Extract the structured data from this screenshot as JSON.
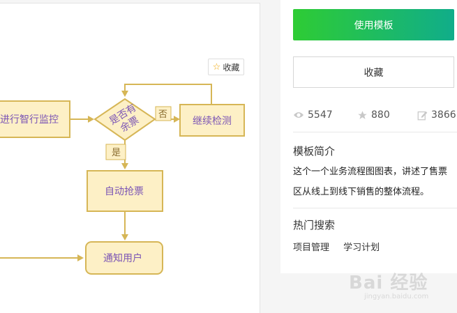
{
  "canvas": {
    "favorite_small_label": "收藏",
    "nodes": {
      "monitor": "进行智行监控",
      "decision_line1": "是否有",
      "decision_line2": "余票",
      "continue": "继续检测",
      "auto_grab": "自动抢票",
      "notify": "通知用户"
    },
    "edge_labels": {
      "no": "否",
      "yes": "是"
    },
    "colors": {
      "node_fill": "#fdf0c6",
      "node_stroke": "#d6b656",
      "text": "#7b55b5"
    }
  },
  "sidebar": {
    "use_template_label": "使用模板",
    "favorite_label": "收藏",
    "stats": {
      "views": "5547",
      "likes": "880",
      "edits": "3866"
    },
    "intro_title": "模板简介",
    "intro_text": "这个一个业务流程图图表，讲述了售票区从线上到线下销售的整体流程。",
    "hot_search_title": "热门搜索",
    "hot_tags": [
      "项目管理",
      "学习计划"
    ],
    "colors": {
      "accent_start": "#2ecc34",
      "accent_end": "#10ad8a"
    }
  },
  "watermark": {
    "main": "Bai 经验",
    "sub": "jingyan.baidu.com"
  }
}
